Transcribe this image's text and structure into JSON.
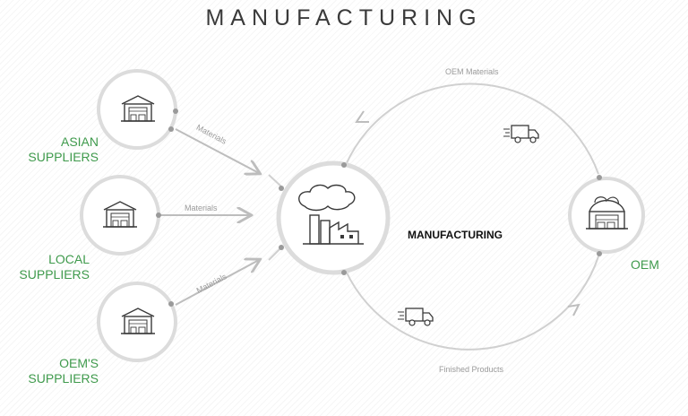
{
  "title": "MANUFACTURING",
  "nodes": {
    "asian": {
      "line1": "ASIAN",
      "line2": "SUPPLIERS",
      "icon": "warehouse-icon"
    },
    "local": {
      "line1": "LOCAL",
      "line2": "SUPPLIERS",
      "icon": "warehouse-icon"
    },
    "oems": {
      "line1": "OEM'S",
      "line2": "SUPPLIERS",
      "icon": "warehouse-icon"
    },
    "manufacturing": {
      "label": "MANUFACTURING",
      "icon": "factory-icon"
    },
    "oem": {
      "label": "OEM",
      "icon": "oem-warehouse-icon"
    }
  },
  "flows": {
    "asian_materials": "Materials",
    "local_materials": "Materials",
    "oems_materials": "Materials",
    "oem_materials": "OEM Materials",
    "finished_products": "Finished Products"
  },
  "colors": {
    "accent": "#3f9a4c",
    "line": "#d0d0d0",
    "arrow": "#bdbdbd",
    "icon": "#3a3a3a"
  }
}
